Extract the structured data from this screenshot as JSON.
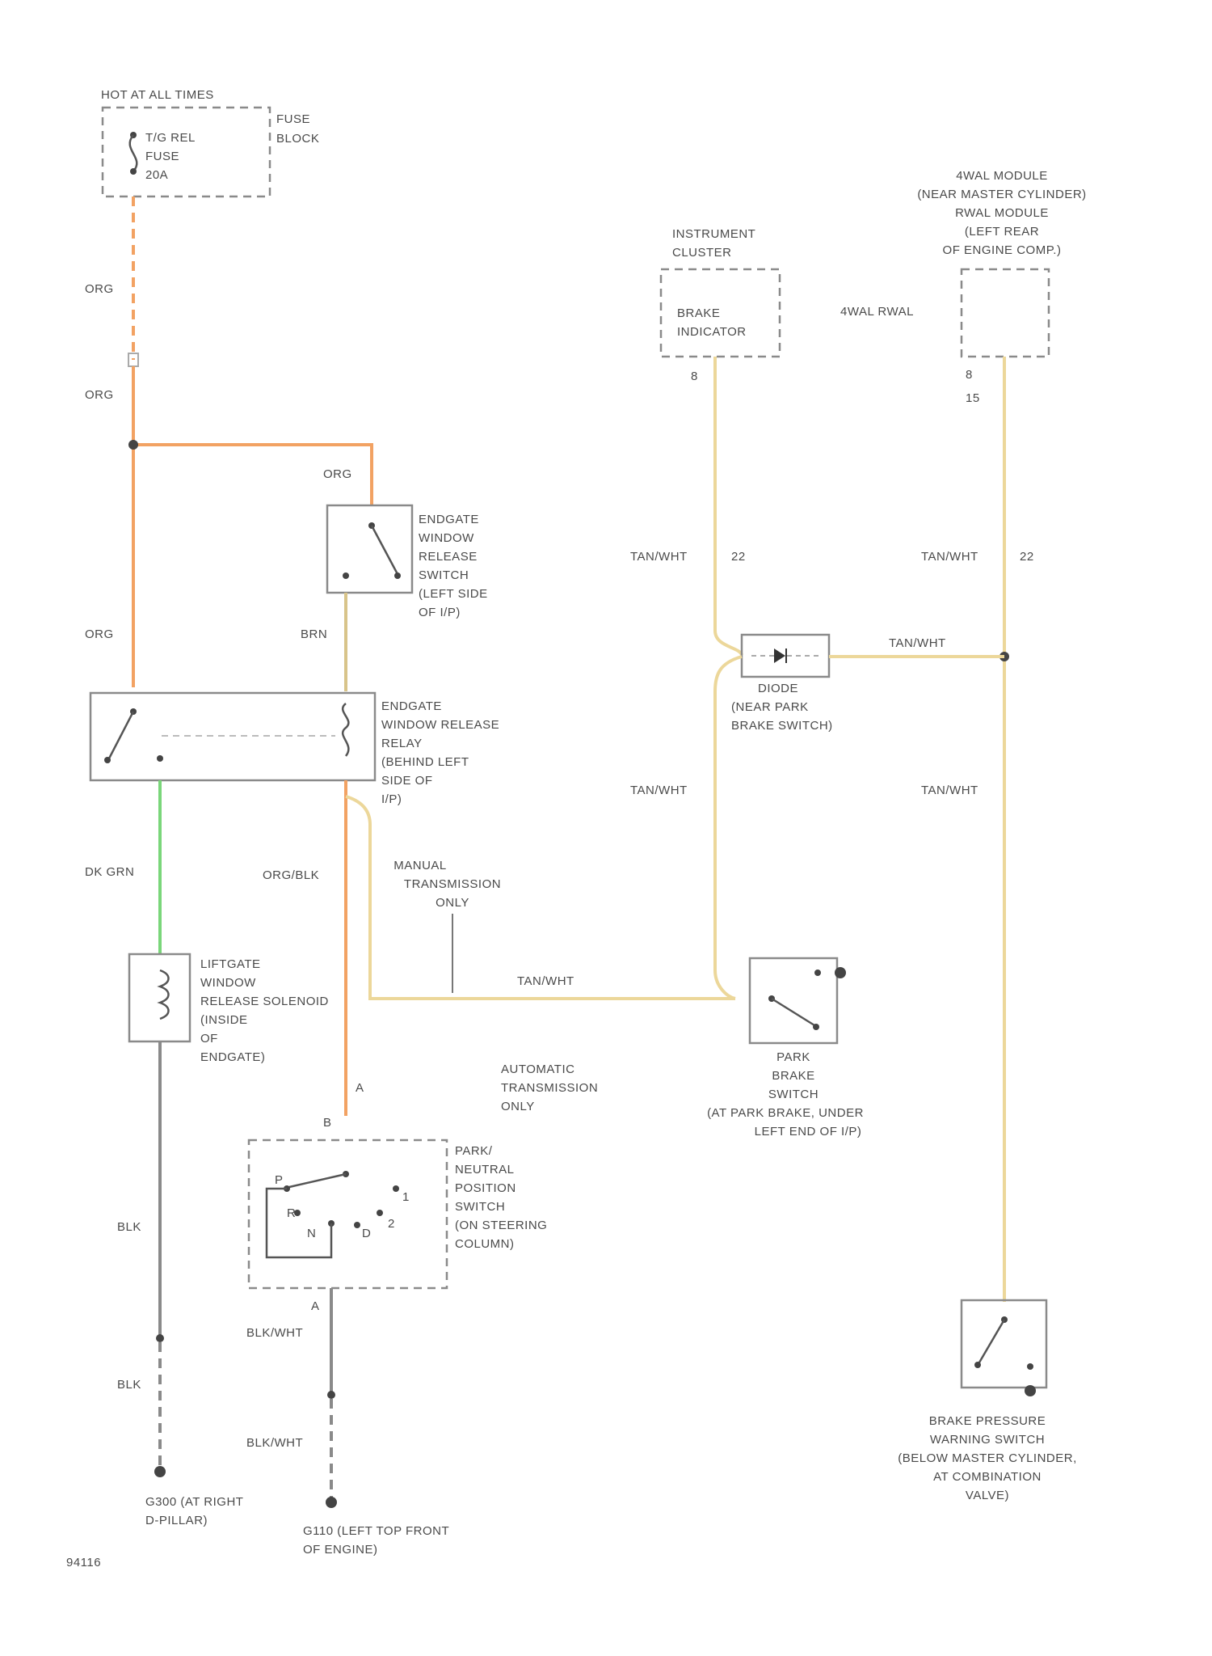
{
  "fuse_block": {
    "hot_label": "HOT AT ALL TIMES",
    "block_label": [
      "FUSE",
      "BLOCK"
    ],
    "fuse_label": [
      "T/G REL",
      "FUSE",
      "20A"
    ]
  },
  "wire_labels": {
    "org_1": "ORG",
    "org_2": "ORG",
    "org_3": "ORG",
    "org_4": "ORG",
    "brn": "BRN",
    "dk_grn": "DK GRN",
    "org_blk": "ORG/BLK",
    "blk_1": "BLK",
    "blk_2": "BLK",
    "blk_wht_1": "BLK/WHT",
    "blk_wht_2": "BLK/WHT",
    "tan_wht_1": "TAN/WHT",
    "tan_wht_2": "TAN/WHT",
    "tan_wht_3": "TAN/WHT",
    "tan_wht_4": "TAN/WHT",
    "tan_wht_5": "TAN/WHT",
    "tan_wht_6": "TAN/WHT"
  },
  "pin_labels": {
    "cluster_pin": "8",
    "abs_pin_1": "8",
    "abs_pin_2": "15",
    "splice_1": "22",
    "splice_2": "22",
    "pn_pin_top": "B",
    "pn_pin_bottom": "A",
    "arrow_a": "A",
    "pn_p": "P",
    "pn_r": "R",
    "pn_n": "N",
    "pn_d": "D",
    "pn_2": "2",
    "pn_1": "1"
  },
  "components": {
    "endgate_switch": [
      "ENDGATE",
      "WINDOW",
      "RELEASE",
      "SWITCH",
      "(LEFT SIDE",
      "OF I/P)"
    ],
    "endgate_relay": [
      "ENDGATE",
      "WINDOW RELEASE",
      "RELAY",
      "(BEHIND LEFT",
      "SIDE OF",
      "I/P)"
    ],
    "solenoid": [
      "LIFTGATE",
      "WINDOW",
      "RELEASE SOLENOID",
      "(INSIDE",
      "OF",
      "ENDGATE)"
    ],
    "pn_switch": [
      "PARK/",
      "NEUTRAL",
      "POSITION",
      "SWITCH",
      "(ON STEERING",
      "COLUMN)"
    ],
    "instrument_cluster": [
      "INSTRUMENT",
      "CLUSTER"
    ],
    "brake_indicator": [
      "BRAKE",
      "INDICATOR"
    ],
    "abs_module": [
      "4WAL MODULE",
      "(NEAR MASTER CYLINDER)",
      "RWAL MODULE",
      "(LEFT REAR",
      "OF ENGINE COMP.)"
    ],
    "abs_variants": "4WAL  RWAL",
    "diode": [
      "DIODE",
      "(NEAR PARK",
      "BRAKE SWITCH)"
    ],
    "park_brake_switch": [
      "PARK",
      "BRAKE",
      "SWITCH",
      "(AT PARK BRAKE, UNDER",
      "LEFT END OF I/P)"
    ],
    "pressure_switch": [
      "BRAKE PRESSURE",
      "WARNING SWITCH",
      "(BELOW MASTER CYLINDER,",
      "AT COMBINATION",
      "VALVE)"
    ],
    "manual_trans": [
      "MANUAL",
      "TRANSMISSION",
      "ONLY"
    ],
    "auto_trans": [
      "AUTOMATIC",
      "TRANSMISSION",
      "ONLY"
    ],
    "ground_1": [
      "G300  (AT RIGHT",
      "D-PILLAR)"
    ],
    "ground_2": [
      "G110  (LEFT TOP FRONT",
      "OF ENGINE)"
    ]
  },
  "figure_id": "94116",
  "colors": {
    "org": "#f2a263",
    "tan_wht": "#ecd79a",
    "dk_grn": "#7ad67a",
    "blk": "#8a8a8a"
  }
}
